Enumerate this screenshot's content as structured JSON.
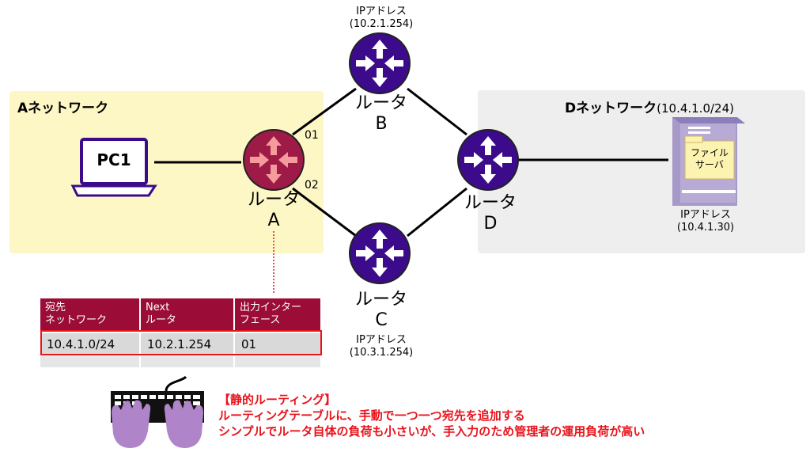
{
  "zones": {
    "a": {
      "title": "Aネットワーク",
      "bg": "#fdf7c6"
    },
    "d": {
      "title": "Dネットワーク",
      "subtitle": "(10.4.1.0/24)",
      "bg": "#eeeeee"
    }
  },
  "nodes": {
    "pc1": {
      "label": "PC1",
      "icon": "laptop-icon"
    },
    "router_a": {
      "label": "ルータ",
      "id": "A",
      "color": "#9e1a47",
      "icon": "router-icon"
    },
    "router_b": {
      "label": "ルータ",
      "id": "B",
      "ip_title": "IPアドレス",
      "ip": "(10.2.1.254)",
      "color": "#3b0b8c",
      "icon": "router-icon"
    },
    "router_c": {
      "label": "ルータ",
      "id": "C",
      "ip_title": "IPアドレス",
      "ip": "(10.3.1.254)",
      "color": "#3b0b8c",
      "icon": "router-icon"
    },
    "router_d": {
      "label": "ルータ",
      "id": "D",
      "color": "#3b0b8c",
      "icon": "router-icon"
    },
    "server": {
      "label_line1": "ファイル",
      "label_line2": "サーバ",
      "ip_title": "IPアドレス",
      "ip": "(10.4.1.30)",
      "icon": "server-icon"
    }
  },
  "ports": {
    "p01": "01",
    "p02": "02"
  },
  "routing_table": {
    "headers": [
      [
        "宛先",
        "ネットワーク"
      ],
      [
        "Next",
        "ルータ"
      ],
      [
        "出力インター",
        "フェース"
      ]
    ],
    "rows": [
      [
        "10.4.1.0/24",
        "10.2.1.254",
        "01"
      ]
    ],
    "header_color": "#9b0d37",
    "highlight_color": "#e8131b"
  },
  "note": {
    "title": "【静的ルーティング】",
    "line1": "ルーティングテーブルに、手動で一つ一つ宛先を追加する",
    "line2": "シンプルでルータ自体の負荷も小さいが、手入力のため管理者の運用負荷が高い",
    "color": "#e8131b",
    "icon": "keyboard-hands-icon"
  }
}
